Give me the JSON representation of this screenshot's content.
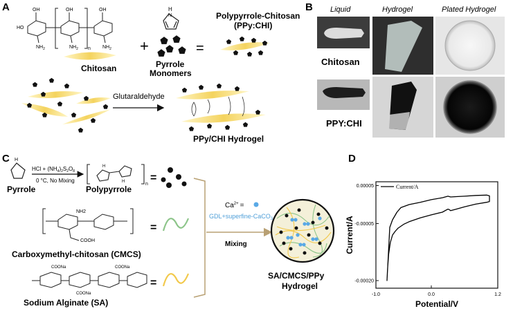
{
  "panels": {
    "A": {
      "letter": "A",
      "chitosan_label": "Chitosan",
      "chitosan_sub_n": "n",
      "chem_OH": "OH",
      "chem_HO": "HO",
      "chem_NH2": "NH",
      "chem_2": "2",
      "pyrrole_label_1": "Pyrrole",
      "pyrrole_label_2": "Monomers",
      "pyrrole_NH": "N",
      "pyrrole_H": "H",
      "plus": "+",
      "equals": "=",
      "ppy_chi_line1": "Polypyrrole-Chitosan",
      "ppy_chi_line2": "(PPy:CHI)",
      "glutaraldehyde": "Glutaraldehyde",
      "hydrogel_label": "PPy/CHI Hydrogel"
    },
    "B": {
      "letter": "B",
      "col_liquid": "Liquid",
      "col_hydrogel": "Hydrogel",
      "col_plated": "Plated Hydrogel",
      "row_chitosan": "Chitosan",
      "row_ppy": "PPY:CHI"
    },
    "C": {
      "letter": "C",
      "reagent": "HCl + (NH",
      "reagent_sub4": "4",
      "reagent_mid": ")",
      "reagent_sub2": "2",
      "reagent_s": "S",
      "reagent_sub2b": "2",
      "reagent_o": "O",
      "reagent_sub8": "8",
      "condition": "0 °C, No Mixing",
      "pyrrole": "Pyrrole",
      "polypyrrole": "Polypyrrole",
      "poly_n": "n",
      "cmcs_label": "Carboxymethyl-chitosan (CMCS)",
      "cmcs_nh2": "NH2",
      "cmcs_cooh": "COOH",
      "sa_label": "Sodium Alginate (SA)",
      "sa_coona": "COONa",
      "ca_label": "Ca",
      "ca_sup": "2+",
      "ca_eq": "=",
      "gdl_label": "GDL+superfine-CaCO",
      "gdl_sub": "3",
      "mixing": "Mixing",
      "product_line1": "SA/CMCS/PPy",
      "product_line2": "Hydrogel",
      "eq": "="
    },
    "D": {
      "letter": "D"
    }
  },
  "chart_data": {
    "type": "line",
    "title": "",
    "xlabel": "Potential/V",
    "ylabel": "Current/A",
    "xlim": [
      -1.0,
      1.2
    ],
    "ylim": [
      -0.00022,
      6e-05
    ],
    "xticks": [
      "-1.0",
      "0.0",
      "1.2"
    ],
    "yticks": [
      "0.00005",
      "-0.00005",
      "-0.00020"
    ],
    "ytick_values": [
      5e-05,
      -5e-05,
      -0.0002
    ],
    "xtick_values": [
      -1.0,
      0.0,
      1.2
    ],
    "legend": "top-left",
    "grid": false,
    "series": [
      {
        "name": "Current/A",
        "color": "#000000",
        "x": [
          -0.8,
          -0.79,
          -0.77,
          -0.74,
          -0.7,
          -0.65,
          -0.6,
          -0.5,
          -0.4,
          -0.2,
          0.0,
          0.2,
          0.3,
          0.32,
          0.35,
          0.45,
          0.6,
          0.8,
          1.0,
          1.05,
          1.05,
          1.0,
          0.8,
          0.6,
          0.45,
          0.35,
          0.3,
          0.2,
          0.0,
          -0.2,
          -0.4,
          -0.55,
          -0.62,
          -0.66,
          -0.7,
          -0.75,
          -0.8
        ],
        "y": [
          -0.0002,
          -0.00017,
          -0.00013,
          -0.0001,
          -8e-05,
          -7e-05,
          -6.2e-05,
          -5.2e-05,
          -4.5e-05,
          -3.5e-05,
          -2.7e-05,
          -2e-05,
          -1.2e-05,
          -1.3e-05,
          -1.6e-05,
          -1.2e-05,
          -6e-06,
          1e-06,
          6e-06,
          8e-06,
          2.3e-05,
          2.5e-05,
          2.4e-05,
          2.2e-05,
          2.1e-05,
          2e-05,
          2.2e-05,
          1.8e-05,
          1.3e-05,
          6e-06,
          0.0,
          -8e-06,
          -2e-05,
          -3e-05,
          -4e-05,
          -6e-05,
          -0.0002
        ]
      }
    ]
  },
  "colors": {
    "fiber": "#f4d35e",
    "fiber_dark": "#e8b923",
    "green_wave": "#8dc58a",
    "yellow_wave": "#f2c94c",
    "blue_dot": "#5aa9e6",
    "gdl_text": "#4f9fd8",
    "bracket": "#b8a073",
    "arrow_gold": "#b8a073",
    "gel_fill": "#f4f0d9"
  }
}
